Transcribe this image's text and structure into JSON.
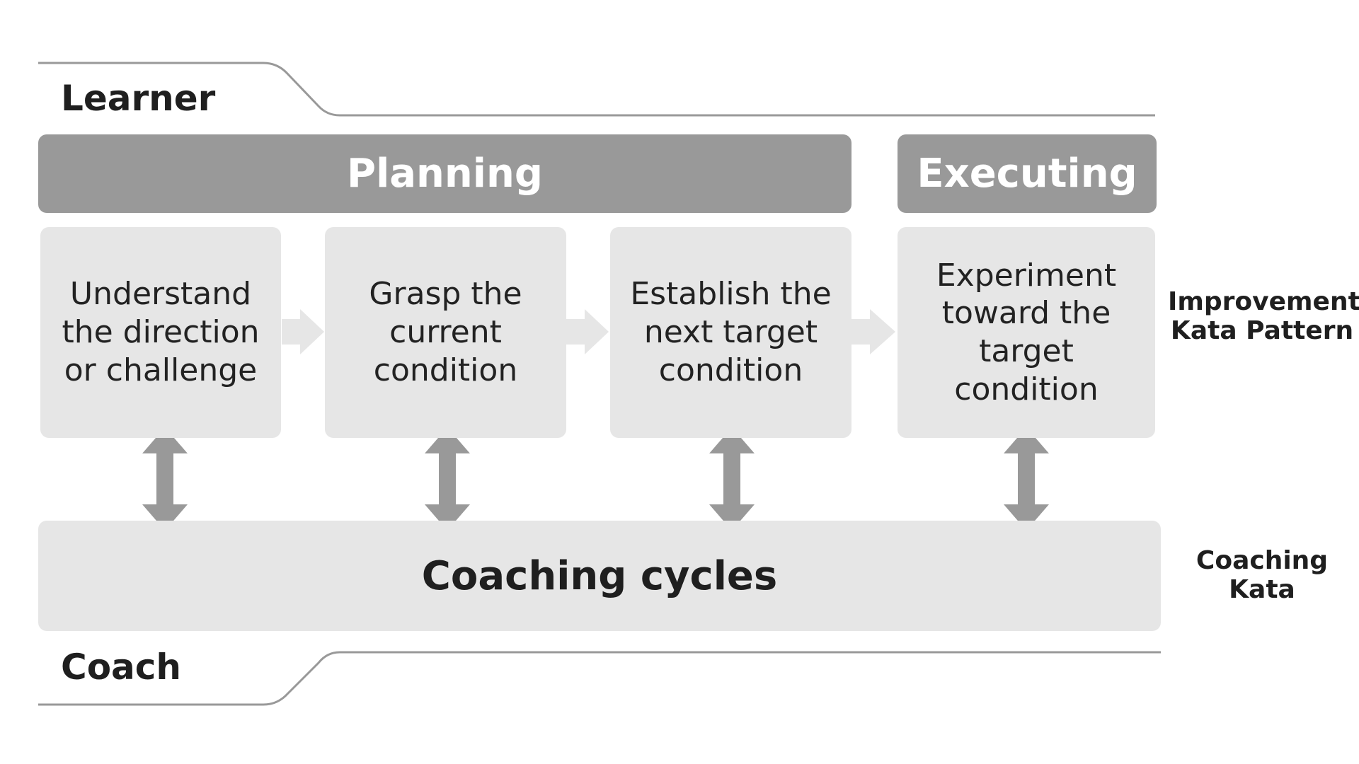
{
  "lanes": {
    "learner": "Learner",
    "coach": "Coach"
  },
  "phases": {
    "planning": "Planning",
    "executing": "Executing"
  },
  "steps": [
    "Understand\nthe direction\nor challenge",
    "Grasp the\ncurrent\ncondition",
    "Establish the\nnext target\ncondition",
    "Experiment\ntoward the\ntarget\ncondition"
  ],
  "coaching": "Coaching cycles",
  "side_labels": {
    "improvement": "Improvement\nKata Pattern",
    "coaching": "Coaching\nKata"
  },
  "colors": {
    "phase_bar": "#999999",
    "box": "#e6e6e6",
    "arrow_light": "#e6e6e6",
    "arrow_dark": "#999999",
    "line": "#999999"
  }
}
